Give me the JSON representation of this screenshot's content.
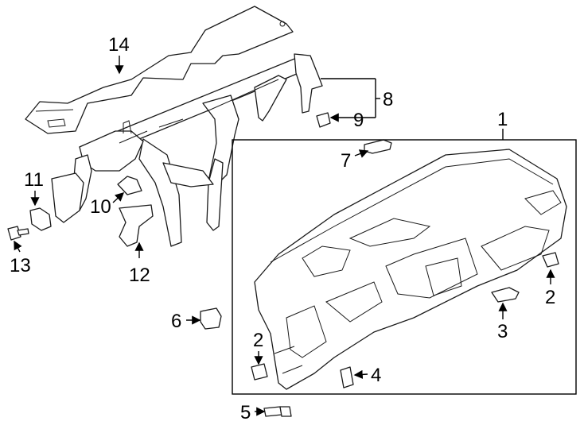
{
  "callouts": {
    "c1": "1",
    "c2a": "2",
    "c2b": "2",
    "c3": "3",
    "c4": "4",
    "c5": "5",
    "c6": "6",
    "c7": "7",
    "c8": "8",
    "c9": "9",
    "c10": "10",
    "c11": "11",
    "c12": "12",
    "c13": "13",
    "c14": "14"
  },
  "colors": {
    "line": "#1a1a1a",
    "background": "#ffffff"
  }
}
